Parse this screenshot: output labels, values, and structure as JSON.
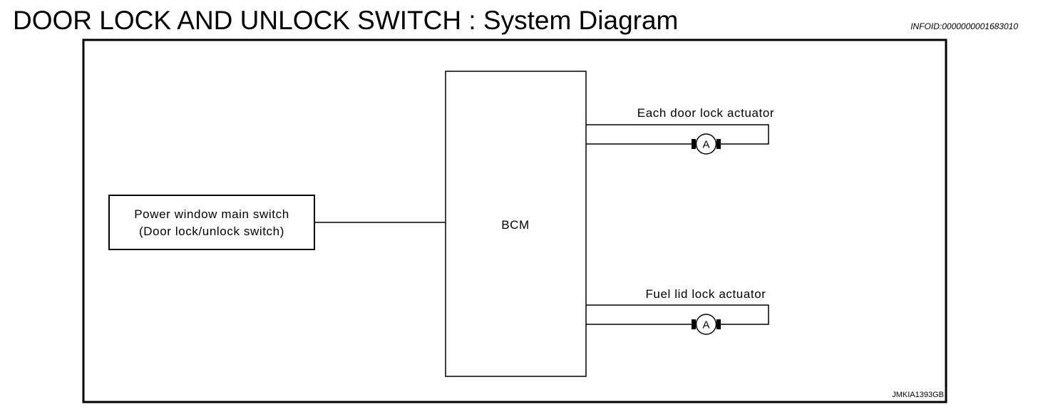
{
  "header": {
    "title": "DOOR LOCK AND UNLOCK SWITCH : System Diagram",
    "info_id": "INFOID:0000000001683010"
  },
  "diagram": {
    "switch_box": {
      "line1": "Power window main switch",
      "line2": "(Door lock/unlock switch)"
    },
    "bcm_label": "BCM",
    "door_actuator_label": "Each door lock actuator",
    "fuel_actuator_label": "Fuel lid lock actuator",
    "motor_symbol": "A",
    "reference_code": "JMKIA1393GB"
  }
}
